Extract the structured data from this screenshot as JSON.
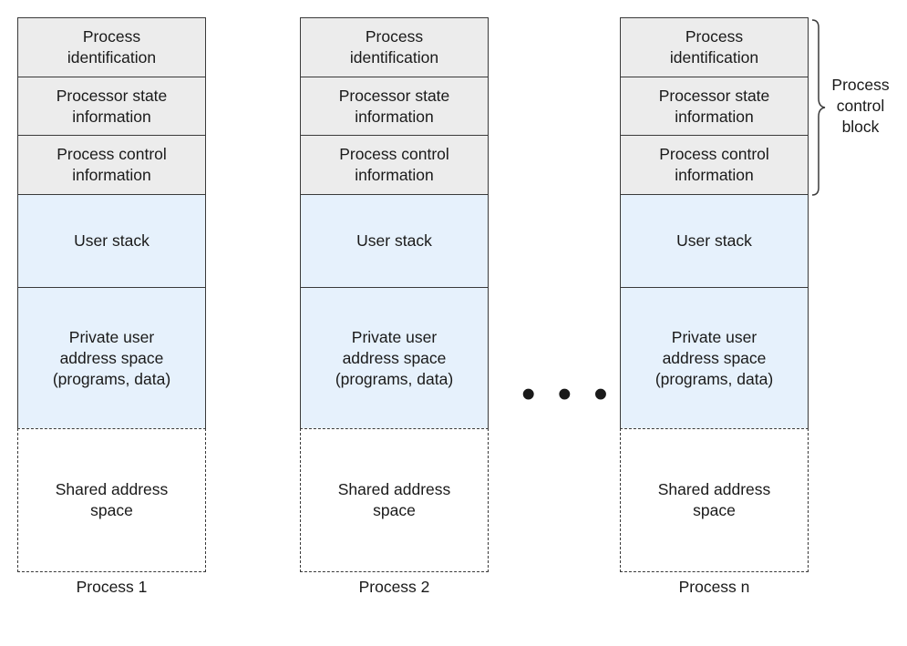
{
  "processes": [
    {
      "pcb": [
        "Process\nidentification",
        "Processor state\ninformation",
        "Process control\ninformation"
      ],
      "user_stack": "User stack",
      "private_space": "Private user\naddress space\n(programs, data)",
      "shared_space": "Shared address\nspace",
      "label": "Process 1"
    },
    {
      "pcb": [
        "Process\nidentification",
        "Processor state\ninformation",
        "Process control\ninformation"
      ],
      "user_stack": "User stack",
      "private_space": "Private user\naddress space\n(programs, data)",
      "shared_space": "Shared address\nspace",
      "label": "Process 2"
    },
    {
      "pcb": [
        "Process\nidentification",
        "Processor state\ninformation",
        "Process control\ninformation"
      ],
      "user_stack": "User stack",
      "private_space": "Private user\naddress space\n(programs, data)",
      "shared_space": "Shared address\nspace",
      "label": "Process n"
    }
  ],
  "ellipsis": "• • •",
  "brace_label": "Process\ncontrol\nblock",
  "colors": {
    "pcb_fill": "#ececec",
    "user_fill": "#e6f1fc",
    "shared_fill": "#ffffff",
    "border": "#3a3a3a"
  }
}
